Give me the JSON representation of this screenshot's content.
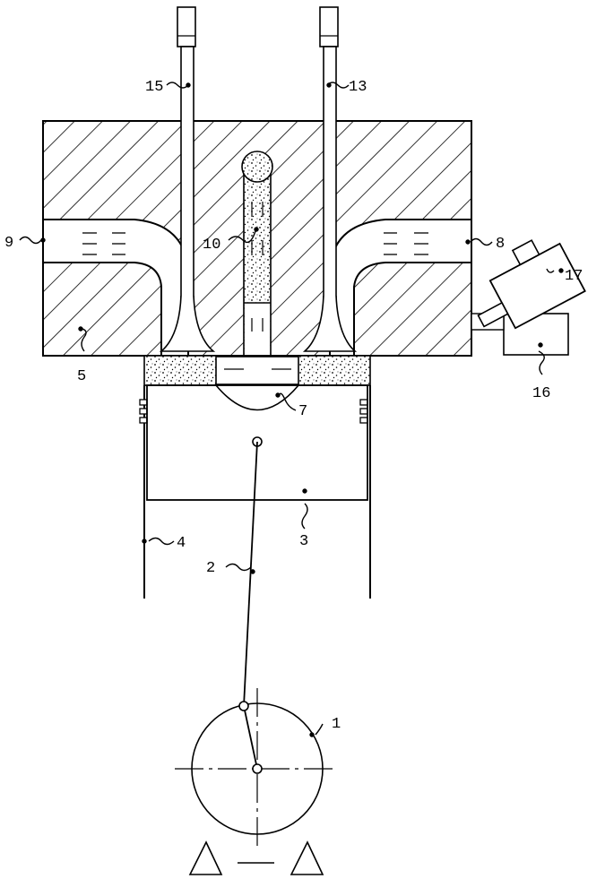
{
  "diagram": {
    "colors": {
      "ink": "#000000",
      "paper": "#ffffff"
    },
    "reference_numerals": {
      "crank": "1",
      "connecting_rod": "2",
      "piston": "3",
      "cylinder_wall": "4",
      "cylinder_head": "5",
      "combustion_chamber": "7",
      "intake_port": "8",
      "exhaust_port": "9",
      "central_channel": "10",
      "intake_valve": "13",
      "exhaust_valve": "15",
      "injector_housing": "16",
      "injector": "17"
    }
  }
}
